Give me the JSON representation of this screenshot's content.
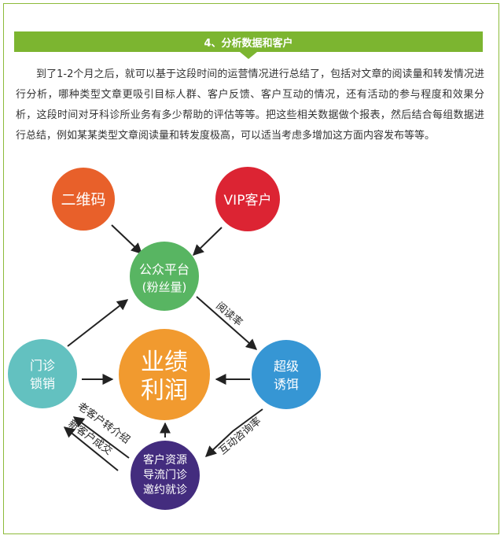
{
  "section": {
    "title": "4、分析数据和客户"
  },
  "paragraph": "到了1-2个月之后，就可以基于这段时间的运营情况进行总结了，包括对文章的阅读量和转发情况进行分析，哪种类型文章更吸引目标人群、客户反馈、客户互动的情况，还有活动的参与程度和效果分析，这段时间对牙科诊所业务有多少帮助的评估等等。把这些相关数据做个报表，然后结合每组数据进行总结，例如某某类型文章阅读量和转发度极高，可以适当考虑多增加这方面内容发布等等。",
  "diagram": {
    "colors": {
      "orange_red": "#e8602a",
      "red": "#dc2433",
      "green": "#58b562",
      "teal": "#63c1c0",
      "blue": "#3696d4",
      "purple": "#432c7e",
      "center": "#f19a2f"
    },
    "nodes": {
      "qrcode": "二维码",
      "vip": "VIP客户",
      "platform_line1": "公众平台",
      "platform_line2": "(粉丝量)",
      "clinic_line1": "门诊",
      "clinic_line2": "锁销",
      "center_line1": "业绩",
      "center_line2": "利润",
      "lure_line1": "超级",
      "lure_line2": "诱饵",
      "customer_line1": "客户资源",
      "customer_line2": "导流门诊",
      "customer_line3": "邀约就诊"
    },
    "edges": {
      "read_rate": "阅读率",
      "consult_rate": "互动咨询率",
      "old_referral": "老客户转介绍",
      "new_deal": "新客户成交"
    }
  }
}
